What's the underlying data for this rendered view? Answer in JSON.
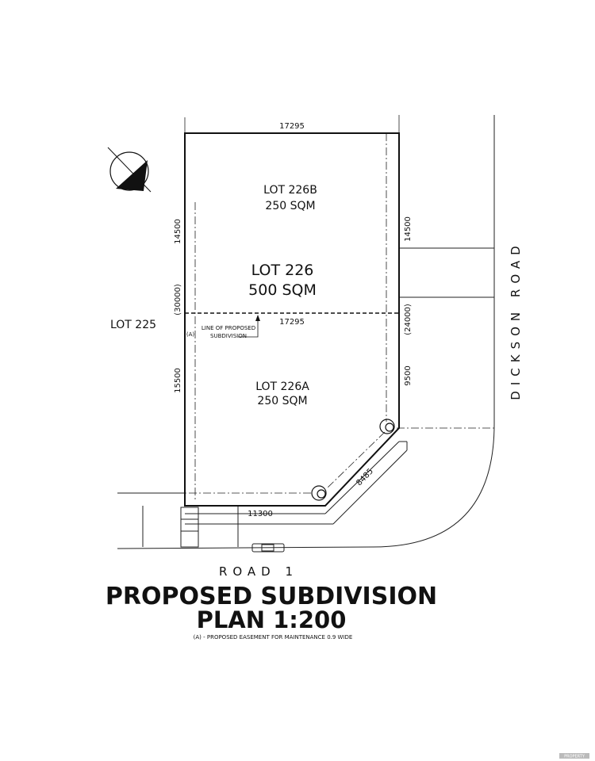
{
  "plan": {
    "lots": {
      "lot_226b": {
        "name": "LOT 226B",
        "area": "250 SQM"
      },
      "lot_226": {
        "name": "LOT 226",
        "area": "500 SQM"
      },
      "lot_226a": {
        "name": "LOT 226A",
        "area": "250 SQM"
      },
      "lot_225": {
        "name": "LOT 225"
      }
    },
    "dimensions": {
      "top": "17295",
      "middle": "17295",
      "left_upper": "14500",
      "left_total": "(30000)",
      "left_lower": "15500",
      "right_upper": "14500",
      "right_total": "(24000)",
      "right_lower": "9500",
      "chamfer": "8485",
      "bottom": "11300"
    },
    "easement_marker": "(A)",
    "subdivision_note": {
      "line1": "LINE OF PROPOSED",
      "line2": "SUBDIVISION"
    },
    "roads": {
      "dickson": "DICKSON ROAD",
      "road1": "ROAD 1"
    },
    "title": {
      "line1": "PROPOSED SUBDIVISION",
      "line2": "PLAN 1:200"
    },
    "footnote": "(A) - PROPOSED EASEMENT FOR MAINTENANCE 0.9 WIDE",
    "watermark": "PROPERTY"
  }
}
